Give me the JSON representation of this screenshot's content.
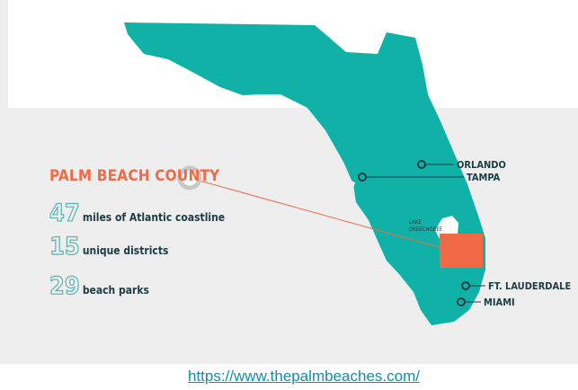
{
  "title": "PALM BEACH COUNTY",
  "stats": [
    {
      "number": "47",
      "text": "miles of Atlantic coastline"
    },
    {
      "number": "15",
      "text": "unique districts"
    },
    {
      "number": "29",
      "text": "beach parks"
    }
  ],
  "cities": [
    {
      "name": "ORLANDO"
    },
    {
      "name": "TAMPA"
    },
    {
      "name": "FT. LAUDERDALE"
    },
    {
      "name": "MIAMI"
    }
  ],
  "lake": {
    "line1": "LAKE",
    "line2": "OKEECHOBEE"
  },
  "link": {
    "text": "https://www.thepalmbeaches.com/"
  },
  "colors": {
    "land": "#10b2a8",
    "highlight": "#f26a45",
    "marker": "#1b3d44",
    "numbers_outline": "#5ab5b0",
    "background": "#eeeeef"
  }
}
